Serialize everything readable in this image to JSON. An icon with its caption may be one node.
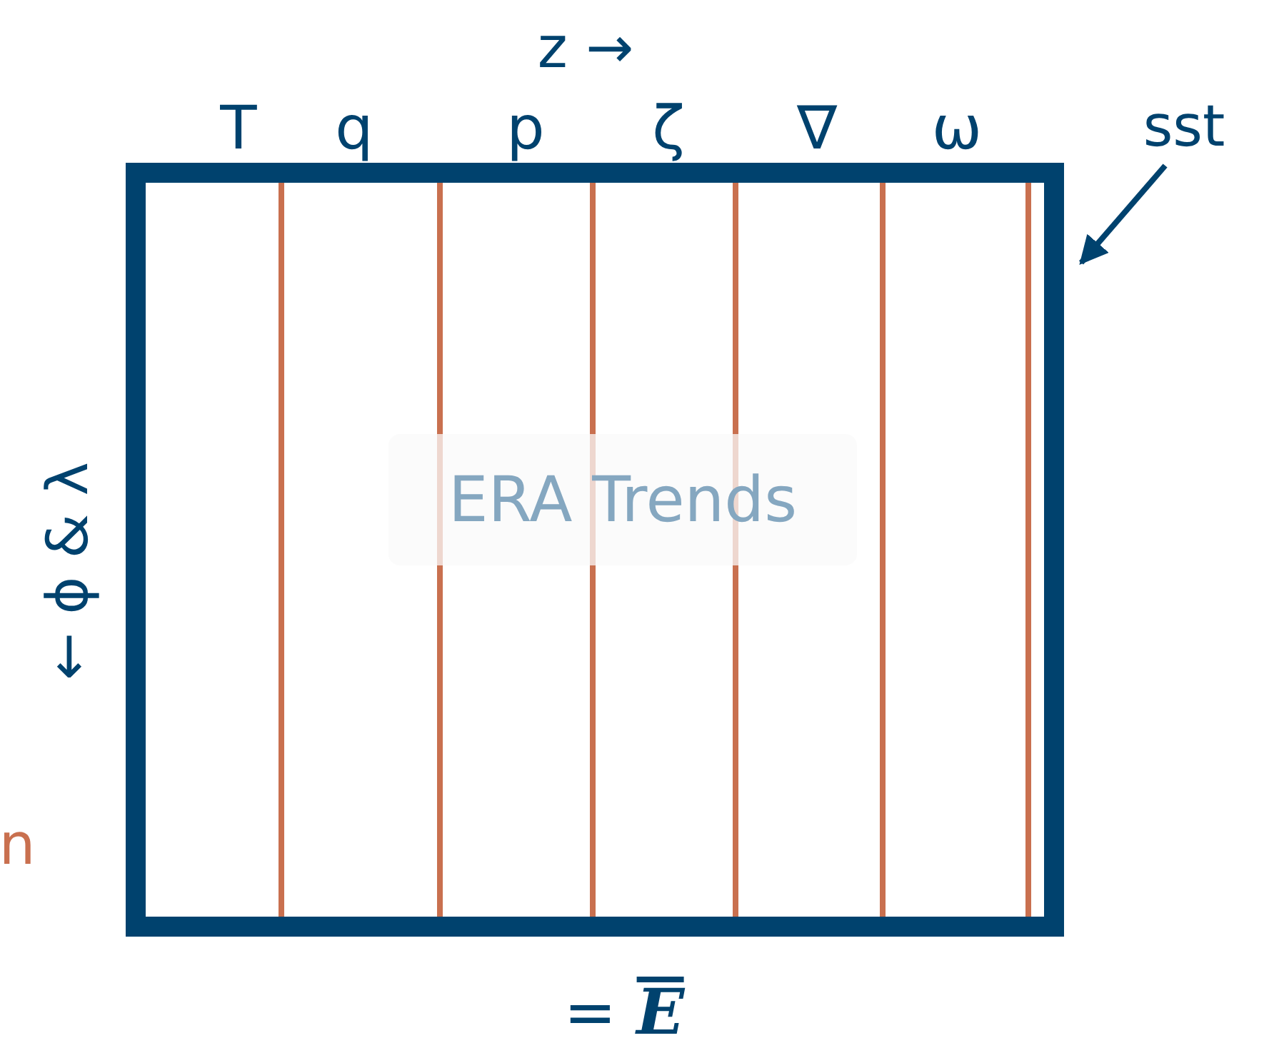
{
  "diagram": {
    "nodes": [
      {
        "text": [
          "ERA Trends"
        ]
      },
      {
        "text": [
          "sst"
        ]
      }
    ],
    "edges": [
      {
        "from": 1,
        "to": 0,
        "arrow": "to"
      }
    ],
    "labels": [
      "z →",
      "T",
      "q",
      "p",
      "ζ",
      "∇",
      "ω",
      "← ϕ & λ",
      "n",
      "= *E*"
    ]
  }
}
